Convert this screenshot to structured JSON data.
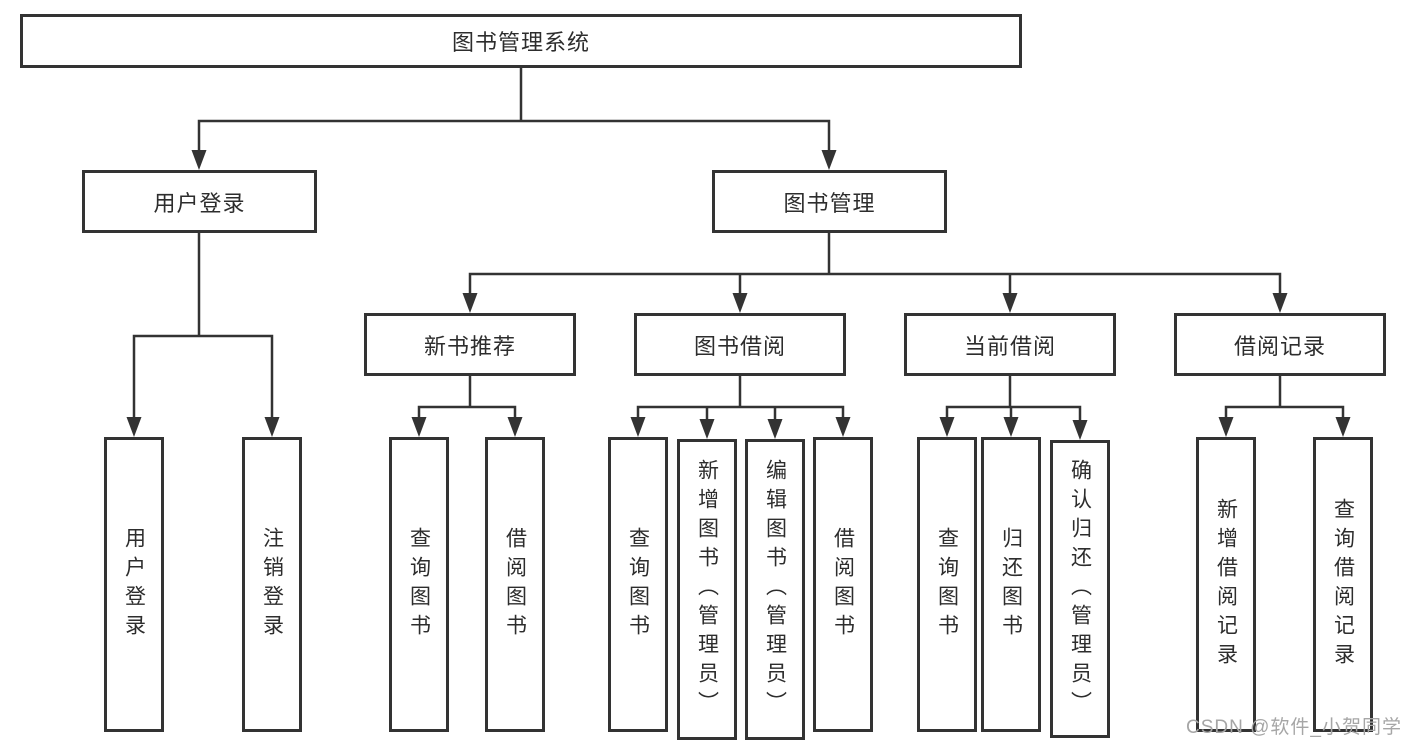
{
  "diagram": {
    "root": {
      "label": "图书管理系统"
    },
    "level2": [
      {
        "label": "用户登录"
      },
      {
        "label": "图书管理"
      }
    ],
    "level3": [
      {
        "label": "新书推荐"
      },
      {
        "label": "图书借阅"
      },
      {
        "label": "当前借阅"
      },
      {
        "label": "借阅记录"
      }
    ],
    "leaves": {
      "user_login": [
        {
          "label": "用户登录"
        },
        {
          "label": "注销登录"
        }
      ],
      "new_book": [
        {
          "label": "查询图书"
        },
        {
          "label": "借阅图书"
        }
      ],
      "book_borrow": [
        {
          "label": "查询图书"
        },
        {
          "label": "新增图书（管理员）"
        },
        {
          "label": "编辑图书（管理员）"
        },
        {
          "label": "借阅图书"
        }
      ],
      "current_borrow": [
        {
          "label": "查询图书"
        },
        {
          "label": "归还图书"
        },
        {
          "label": "确认归还（管理员）"
        }
      ],
      "borrow_record": [
        {
          "label": "新增借阅记录"
        },
        {
          "label": "查询借阅记录"
        }
      ]
    },
    "colors": {
      "line": "#333333",
      "box_border": "#333333",
      "box_fill": "#ffffff",
      "text": "#2d2d2d",
      "background": "#ffffff"
    }
  },
  "watermark": {
    "text": "CSDN @软件_小贺同学",
    "color": "#a6a6a6"
  }
}
